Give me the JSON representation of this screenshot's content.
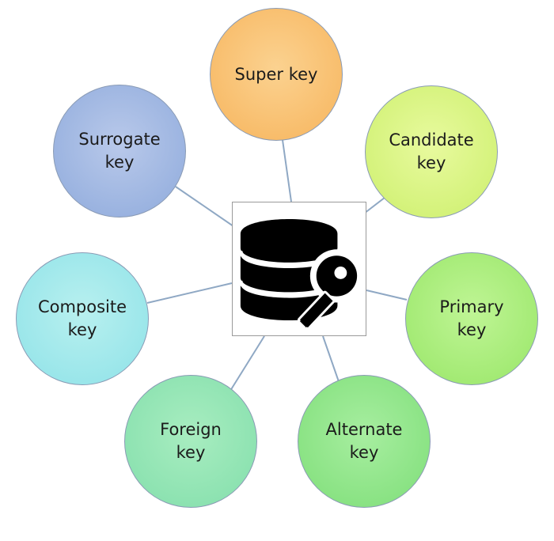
{
  "diagram": {
    "center": {
      "icon": "database-key-icon"
    },
    "nodes": [
      {
        "id": "super",
        "lines": [
          "Super key"
        ]
      },
      {
        "id": "candidate",
        "lines": [
          "Candidate",
          "key"
        ]
      },
      {
        "id": "primary",
        "lines": [
          "Primary",
          "key"
        ]
      },
      {
        "id": "alternate",
        "lines": [
          "Alternate",
          "key"
        ]
      },
      {
        "id": "foreign",
        "lines": [
          "Foreign",
          "key"
        ]
      },
      {
        "id": "composite",
        "lines": [
          "Composite",
          "key"
        ]
      },
      {
        "id": "surrogate",
        "lines": [
          "Surrogate",
          "key"
        ]
      }
    ],
    "colors": {
      "connector": "#8fa8c4",
      "super": "#f7b45c",
      "candidate": "#ccef6c",
      "primary": "#98e667",
      "alternate": "#7ede78",
      "foreign": "#82deab",
      "composite": "#8ee2e8",
      "surrogate": "#8eaadc"
    }
  }
}
